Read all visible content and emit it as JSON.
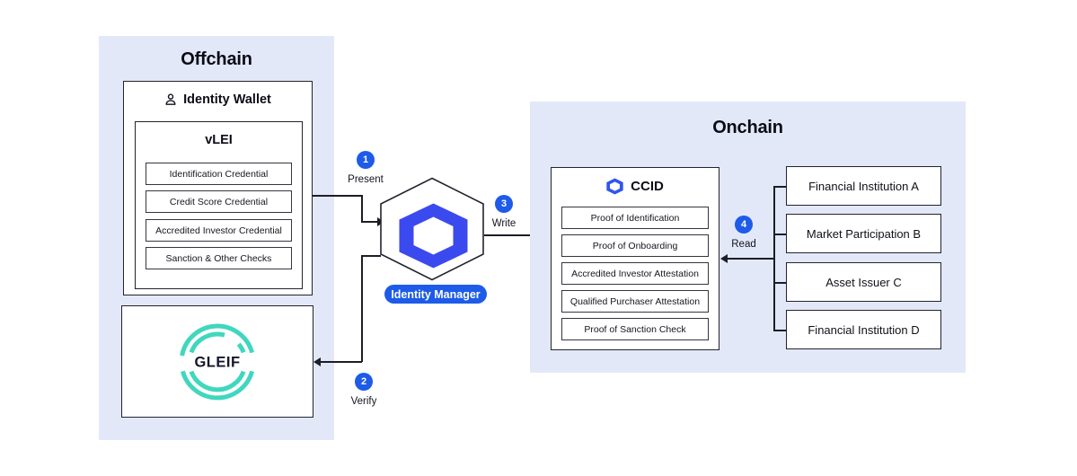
{
  "offchain": {
    "title": "Offchain",
    "identity_wallet": {
      "title": "Identity Wallet",
      "vlei": {
        "title": "vLEI",
        "credentials": [
          "Identification Credential",
          "Credit Score Credential",
          "Accredited Investor Credential",
          "Sanction & Other Checks"
        ]
      }
    },
    "gleif": {
      "label": "GLEIF"
    }
  },
  "identity_manager": {
    "label": "Identity Manager"
  },
  "steps": [
    {
      "number": "1",
      "label": "Present"
    },
    {
      "number": "2",
      "label": "Verify"
    },
    {
      "number": "3",
      "label": "Write"
    },
    {
      "number": "4",
      "label": "Read"
    }
  ],
  "onchain": {
    "title": "Onchain",
    "ccid": {
      "title": "CCID",
      "attestations": [
        "Proof of Identification",
        "Proof of Onboarding",
        "Accredited Investor Attestation",
        "Qualified Purchaser Attestation",
        "Proof of Sanction Check"
      ]
    },
    "participants": [
      "Financial Institution A",
      "Market Participation B",
      "Asset Issuer C",
      "Financial Institution D"
    ]
  },
  "colors": {
    "panel_bg": "#e3e8f9",
    "accent_blue": "#1d5be8",
    "logo_blue": "#3b4aee",
    "gleif_teal": "#40d7be",
    "line": "#1d1d28"
  }
}
